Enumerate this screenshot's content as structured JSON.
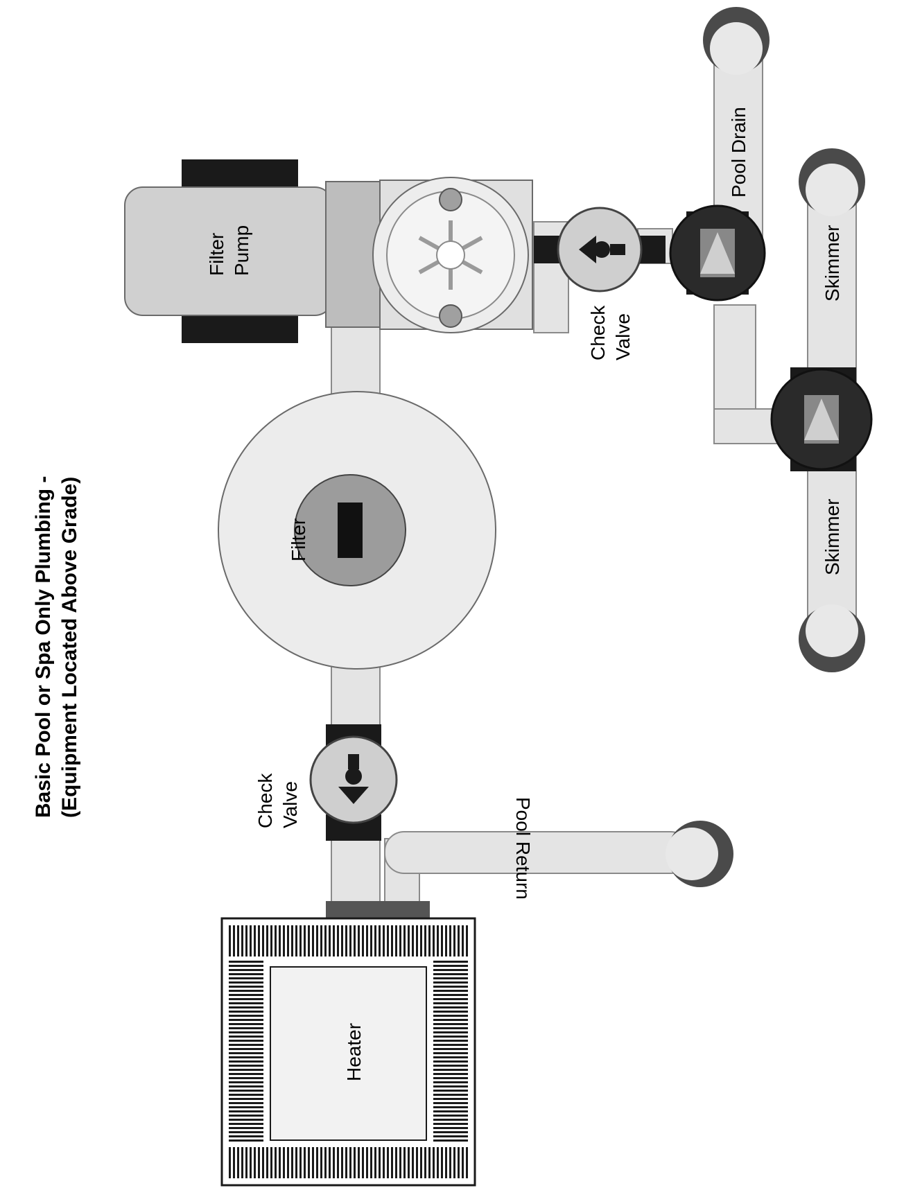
{
  "title": {
    "line1": "Basic Pool or Spa Only Plumbing -",
    "line2": "(Equipment Located Above Grade)"
  },
  "labels": {
    "filter_pump_line1": "Filter",
    "filter_pump_line2": "Pump",
    "filter": "Filter",
    "heater": "Heater",
    "check_valve_top_line1": "Check",
    "check_valve_top_line2": "Valve",
    "check_valve_bottom_line1": "Check",
    "check_valve_bottom_line2": "Valve",
    "pool_return": "Pool Return",
    "pool_drain": "Pool Drain",
    "skimmer_1": "Skimmer",
    "skimmer_2": "Skimmer"
  },
  "colors": {
    "pipe": "#e4e4e4",
    "pipe_edge": "#8a8a8a",
    "equipment": "#cfcfcf",
    "dark": "#1a1a1a",
    "filter_body": "#ececec",
    "filter_cap": "#9c9c9c"
  },
  "icons": {
    "valve": "three-way-valve-icon",
    "check_valve": "check-valve-icon",
    "pipe_end": "pipe-elbow-icon"
  }
}
